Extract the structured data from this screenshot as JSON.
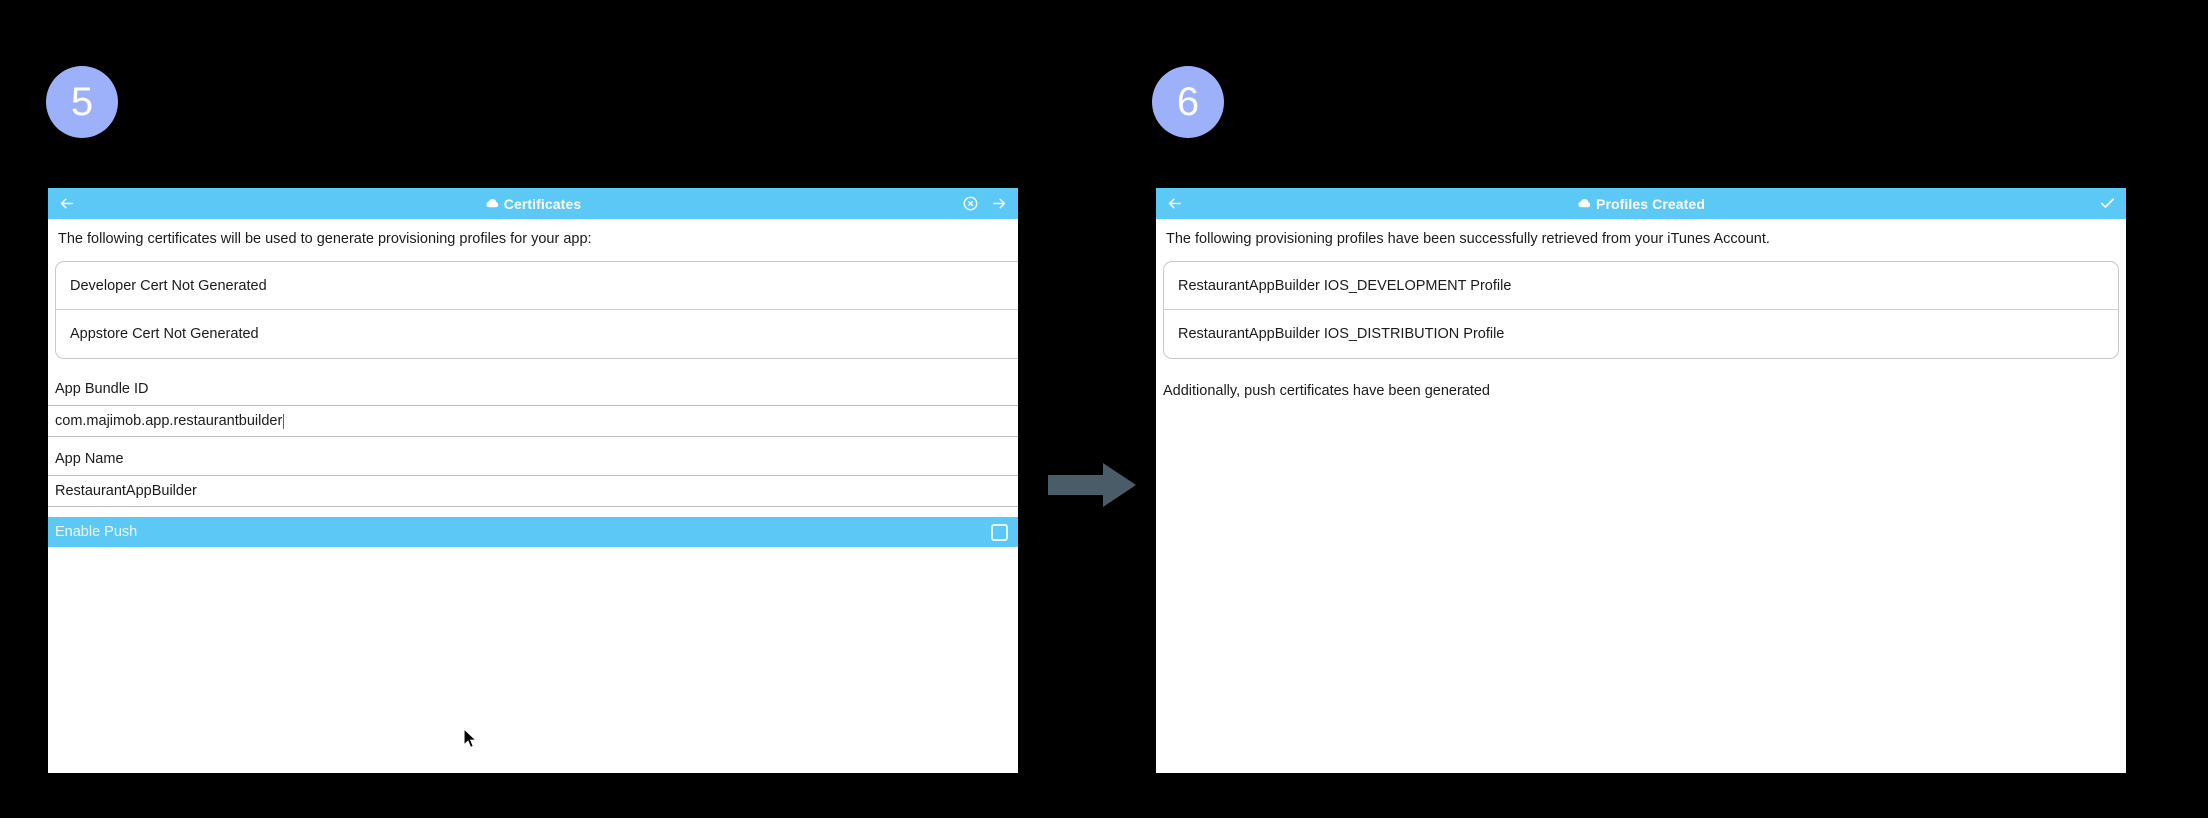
{
  "steps": [
    {
      "number": "5"
    },
    {
      "number": "6"
    }
  ],
  "colors": {
    "badge": "#9cb1fa",
    "nav_bar": "#5bc8f5",
    "highlight_row": "#5bc8f5",
    "connector_arrow": "#4a5c68",
    "background": "#000000",
    "panel": "#ffffff",
    "text": "#1b1b1b",
    "caret": "#2b6cd4"
  },
  "panels": {
    "left": {
      "nav": {
        "title": "Certificates",
        "title_icon": "cloud-icon",
        "back_icon": "arrow-left-icon",
        "cancel_icon": "circle-x-icon",
        "forward_icon": "arrow-right-icon"
      },
      "intro": "The following certificates will be used to generate provisioning profiles for your app:",
      "certificates": [
        "Developer Cert Not Generated",
        "Appstore Cert Not Generated"
      ],
      "fields": [
        {
          "label": "App Bundle ID",
          "value": "com.majimob.app.restaurantbuilder",
          "focused": true
        },
        {
          "label": "App Name",
          "value": "RestaurantAppBuilder",
          "focused": false
        }
      ],
      "toggle": {
        "label": "Enable Push",
        "checked": false,
        "checkbox_icon": "checkbox-unchecked-icon"
      }
    },
    "right": {
      "nav": {
        "title": "Profiles Created",
        "title_icon": "cloud-icon",
        "back_icon": "arrow-left-icon",
        "confirm_icon": "check-icon"
      },
      "intro": "The following provisioning profiles have been successfully retrieved from your iTunes Account.",
      "profiles": [
        "RestaurantAppBuilder IOS_DEVELOPMENT Profile",
        "RestaurantAppBuilder IOS_DISTRIBUTION Profile"
      ],
      "note": "Additionally, push certificates have been generated"
    }
  },
  "connector": {
    "icon": "arrow-right-block-icon"
  },
  "cursors": [
    {
      "icon": "mouse-pointer-icon",
      "panel": "left"
    },
    {
      "icon": "mouse-pointer-icon",
      "panel": "right"
    }
  ]
}
